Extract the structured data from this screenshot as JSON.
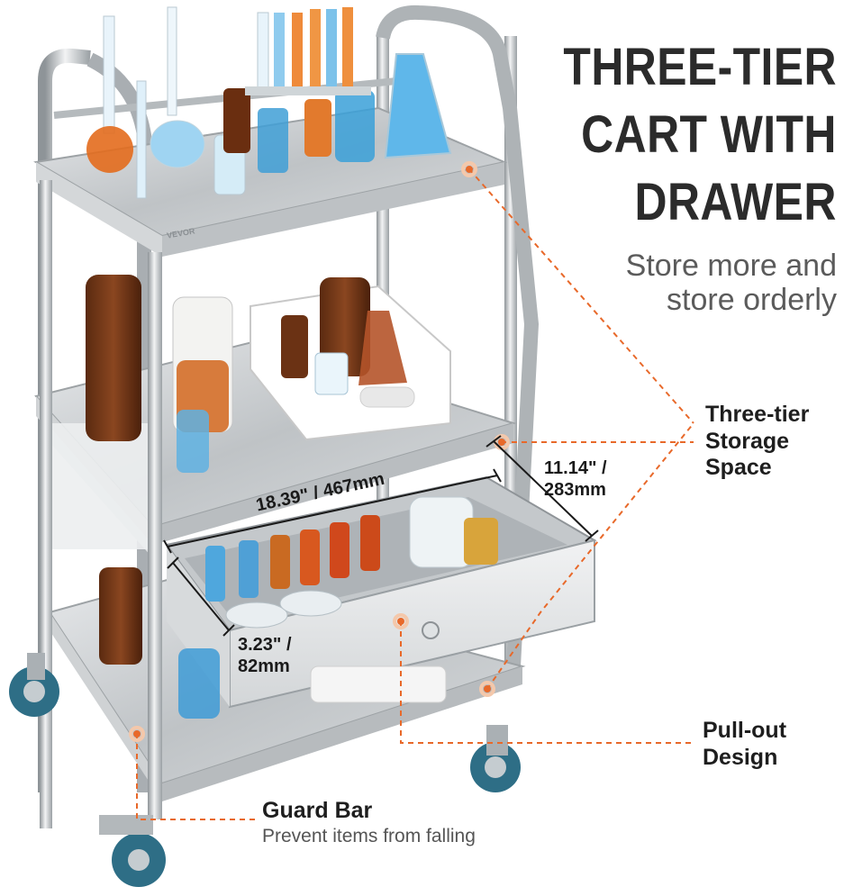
{
  "headline": {
    "line1": "THREE-TIER",
    "line2": "CART WITH",
    "line3": "DRAWER"
  },
  "tagline": {
    "line1": "Store more and",
    "line2": "store orderly"
  },
  "callouts": {
    "storage": {
      "line1": "Three-tier",
      "line2": "Storage",
      "line3": "Space"
    },
    "pullout": {
      "line1": "Pull-out",
      "line2": "Design"
    },
    "guard": {
      "title": "Guard Bar",
      "subtitle": "Prevent items from falling"
    }
  },
  "dimensions": {
    "width": "18.39\" / 467mm",
    "depth_line1": "11.14\" /",
    "depth_line2": "283mm",
    "height_line1": "3.23\" /",
    "height_line2": "82mm"
  },
  "brand_mark": "VEVOR",
  "colors": {
    "accent": "#e8692a",
    "steel": "#c9ccce",
    "text": "#2b2b2b"
  }
}
